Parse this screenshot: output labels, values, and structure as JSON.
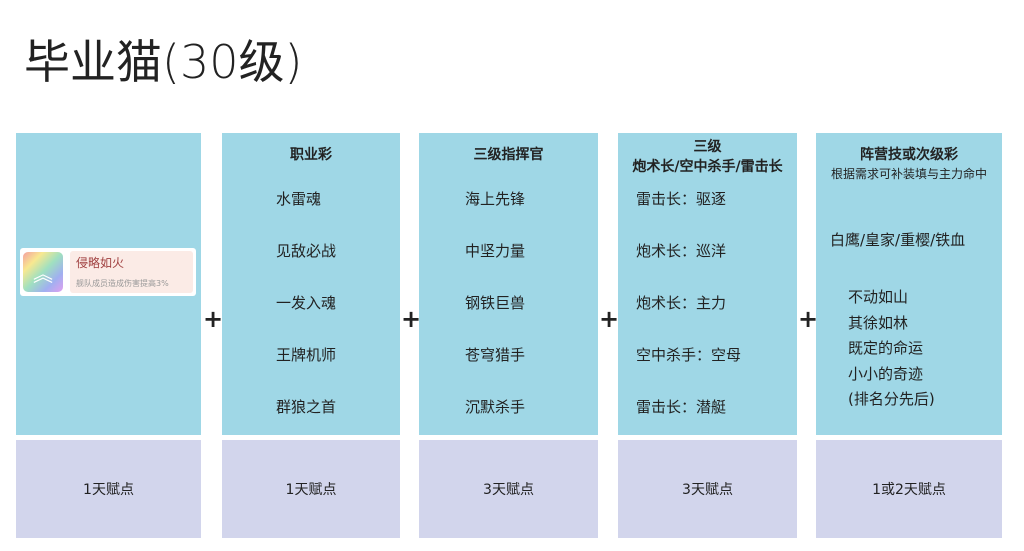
{
  "title": "毕业猫(30级)",
  "plus": "+",
  "card": {
    "name": "侵略如火",
    "desc": "舰队成员造成伤害提高3%"
  },
  "columns": [
    {
      "footer": "1天赋点"
    },
    {
      "header": "职业彩",
      "items": [
        "水雷魂",
        "见敌必战",
        "一发入魂",
        "王牌机师",
        "群狼之首"
      ],
      "footer": "1天赋点"
    },
    {
      "header": "三级指挥官",
      "items": [
        "海上先锋",
        "中坚力量",
        "钢铁巨兽",
        "苍穹猎手",
        "沉默杀手"
      ],
      "footer": "3天赋点"
    },
    {
      "header": "三级",
      "header2": "炮术长/空中杀手/雷击长",
      "items": [
        "雷击长：驱逐",
        "炮术长：巡洋",
        "炮术长：主力",
        "空中杀手：空母",
        "雷击长：潜艇"
      ],
      "footer": "3天赋点"
    },
    {
      "header": "阵营技或次级彩",
      "subheader": "根据需求可补装填与主力命中",
      "group": "白鹰/皇家/重樱/铁血",
      "items": [
        "不动如山",
        "其徐如林",
        "既定的命运",
        "小小的奇迹",
        "(排名分先后)"
      ],
      "footer": "1或2天赋点"
    }
  ]
}
